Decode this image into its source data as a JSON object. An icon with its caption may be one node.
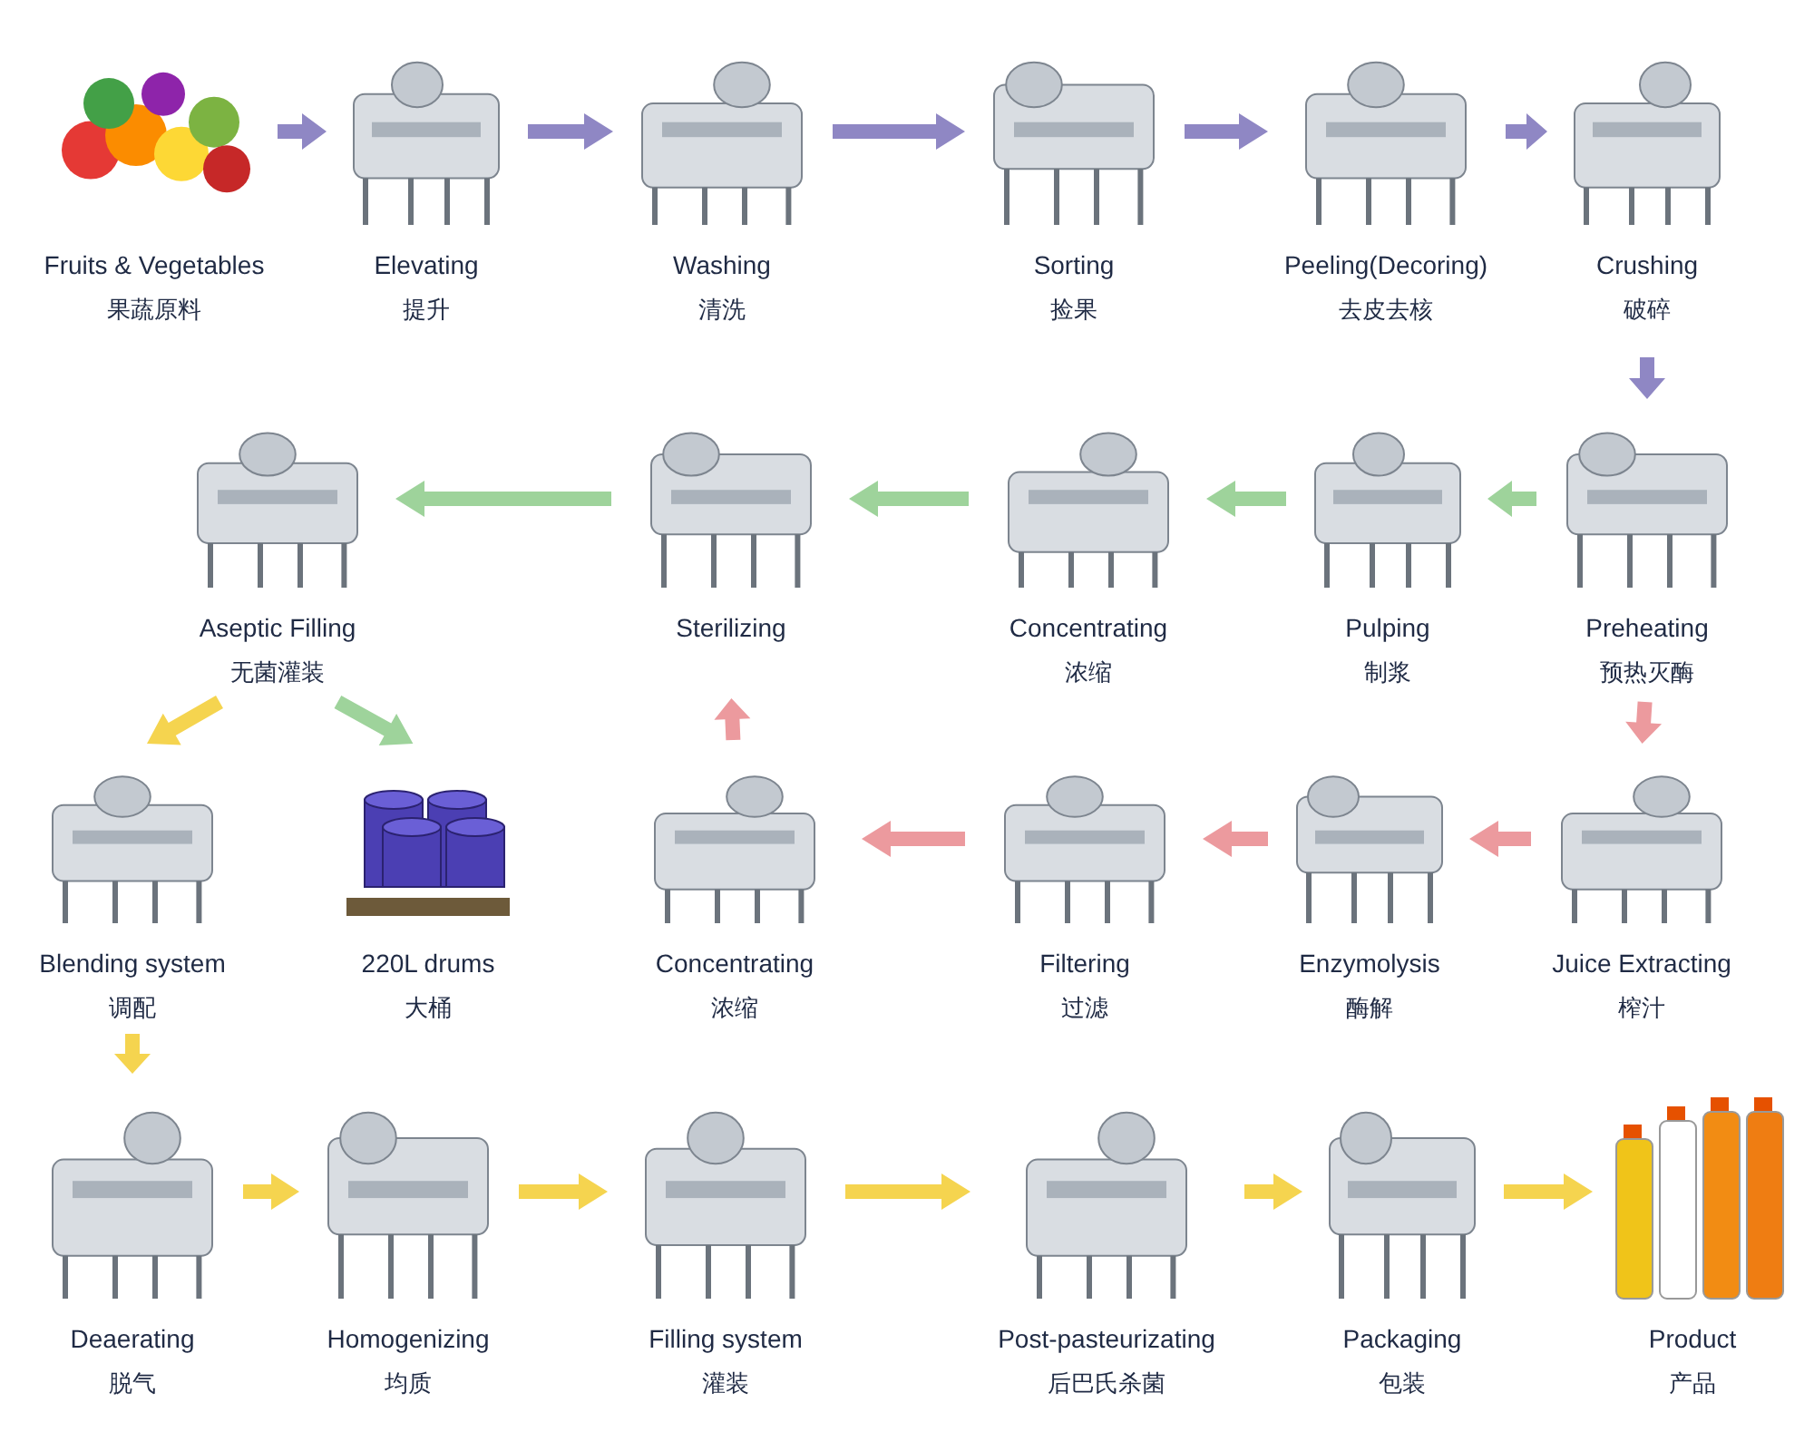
{
  "diagram": {
    "nodes": [
      {
        "text": [
          "Fruits & Vegetables",
          "果蔬原料"
        ]
      },
      {
        "text": [
          "Elevating",
          "提升"
        ]
      },
      {
        "text": [
          "Washing",
          "清洗"
        ]
      },
      {
        "text": [
          "Sorting",
          "捡果"
        ]
      },
      {
        "text": [
          "Peeling(Decoring)",
          "去皮去核"
        ]
      },
      {
        "text": [
          "Crushing",
          "破碎"
        ]
      },
      {
        "text": [
          "Preheating",
          "预热灭酶"
        ]
      },
      {
        "text": [
          "Pulping",
          "制浆"
        ]
      },
      {
        "text": [
          "Concentrating",
          "浓缩"
        ]
      },
      {
        "text": [
          "Sterilizing"
        ]
      },
      {
        "text": [
          "Aseptic Filling",
          "无菌灌装"
        ]
      },
      {
        "text": [
          "Juice Extracting",
          "榨汁"
        ]
      },
      {
        "text": [
          "Enzymolysis",
          "酶解"
        ]
      },
      {
        "text": [
          "Filtering",
          "过滤"
        ]
      },
      {
        "text": [
          "Concentrating",
          "浓缩"
        ]
      },
      {
        "text": [
          "220L drums",
          "大桶"
        ]
      },
      {
        "text": [
          "Blending system",
          "调配"
        ]
      },
      {
        "text": [
          "Deaerating",
          "脱气"
        ]
      },
      {
        "text": [
          "Homogenizing",
          "均质"
        ]
      },
      {
        "text": [
          "Filling system",
          "灌装"
        ]
      },
      {
        "text": [
          "Post-pasteurizating",
          "后巴氏杀菌"
        ]
      },
      {
        "text": [
          "Packaging",
          "包装"
        ]
      },
      {
        "text": [
          "Product",
          "产品"
        ]
      }
    ],
    "edges": [
      {
        "from": 0,
        "to": 1,
        "arrow": "to",
        "color": "#8f87c4"
      },
      {
        "from": 1,
        "to": 2,
        "arrow": "to",
        "color": "#8f87c4"
      },
      {
        "from": 2,
        "to": 3,
        "arrow": "to",
        "color": "#8f87c4"
      },
      {
        "from": 3,
        "to": 4,
        "arrow": "to",
        "color": "#8f87c4"
      },
      {
        "from": 4,
        "to": 5,
        "arrow": "to",
        "color": "#8f87c4"
      },
      {
        "from": 5,
        "to": 6,
        "arrow": "to",
        "color": "#8f87c4"
      },
      {
        "from": 6,
        "to": 7,
        "arrow": "to",
        "color": "#9ed39b"
      },
      {
        "from": 7,
        "to": 8,
        "arrow": "to",
        "color": "#9ed39b"
      },
      {
        "from": 8,
        "to": 9,
        "arrow": "to",
        "color": "#9ed39b"
      },
      {
        "from": 9,
        "to": 10,
        "arrow": "to",
        "color": "#9ed39b"
      },
      {
        "from": 6,
        "to": 11,
        "arrow": "to",
        "color": "#ec9a9e"
      },
      {
        "from": 11,
        "to": 12,
        "arrow": "to",
        "color": "#ec9a9e"
      },
      {
        "from": 12,
        "to": 13,
        "arrow": "to",
        "color": "#ec9a9e"
      },
      {
        "from": 13,
        "to": 14,
        "arrow": "to",
        "color": "#ec9a9e"
      },
      {
        "from": 14,
        "to": 9,
        "arrow": "to",
        "color": "#ec9a9e"
      },
      {
        "from": 10,
        "to": 16,
        "arrow": "to",
        "color": "#f5d44f"
      },
      {
        "from": 10,
        "to": 15,
        "arrow": "to",
        "color": "#9ed39b"
      },
      {
        "from": 16,
        "to": 17,
        "arrow": "to",
        "color": "#f5d44f"
      },
      {
        "from": 17,
        "to": 18,
        "arrow": "to",
        "color": "#f5d44f"
      },
      {
        "from": 18,
        "to": 19,
        "arrow": "to",
        "color": "#f5d44f"
      },
      {
        "from": 19,
        "to": 20,
        "arrow": "to",
        "color": "#f5d44f"
      },
      {
        "from": 20,
        "to": 21,
        "arrow": "to",
        "color": "#f5d44f"
      },
      {
        "from": 21,
        "to": 22,
        "arrow": "to",
        "color": "#f5d44f"
      }
    ]
  }
}
